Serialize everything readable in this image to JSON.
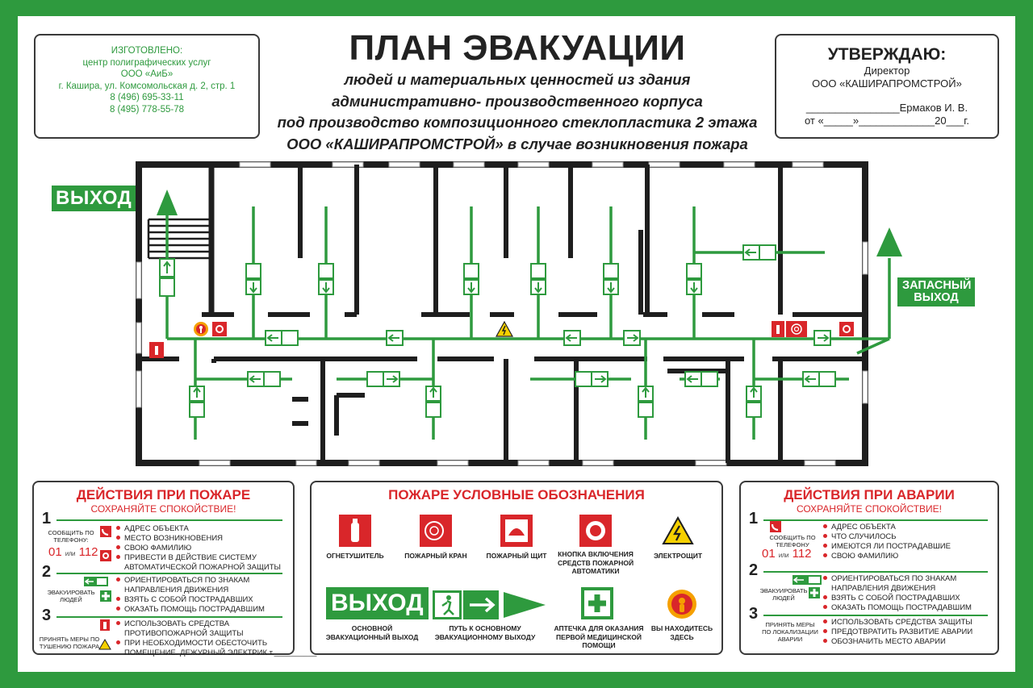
{
  "maker": {
    "lines": [
      "ИЗГОТОВЛЕНО:",
      "центр полиграфических услуг",
      "ООО «АиБ»",
      "г. Кашира, ул. Комсомольская  д. 2, стр. 1",
      "8 (496) 695-33-11",
      "8 (495) 778-55-78"
    ]
  },
  "title": {
    "main": "ПЛАН ЭВАКУАЦИИ",
    "sub": [
      "людей и материальных ценностей из здания",
      "административно- производственного корпуса",
      "под производство композиционного стеклопластика 2 этажа",
      "ООО «КАШИРАПРОМСТРОЙ» в случае возникновения пожара"
    ]
  },
  "approve": {
    "heading": "УТВЕРЖДАЮ:",
    "role": "Директор",
    "org": "ООО «КАШИРАПРОМСТРОЙ»",
    "sign": "________________Ермаков И. В.",
    "date": "от «_____»_____________20___г."
  },
  "plan": {
    "exit_main": "ВЫХОД",
    "exit_spare_1": "ЗАПАСНЫЙ",
    "exit_spare_2": "ВЫХОД"
  },
  "fire": {
    "heading": "ДЕЙСТВИЯ ПРИ ПОЖАРЕ",
    "calm": "СОХРАНЯЙТЕ СПОКОЙСТВИЕ!",
    "n1": "1",
    "n2": "2",
    "n3": "3",
    "report_by_phone": "СООБЩИТЬ ПО ТЕЛЕФОНУ:",
    "phone": "01 или 112",
    "phone_a": "01",
    "phone_b": "112",
    "step1": [
      "АДРЕС ОБЪЕКТА",
      "МЕСТО ВОЗНИКНОВЕНИЯ",
      "СВОЮ ФАМИЛИЮ",
      "ПРИВЕСТИ В ДЕЙСТВИЕ СИСТЕМУ",
      "АВТОМАТИЧЕСКОЙ ПОЖАРНОЙ ЗАЩИТЫ"
    ],
    "evacuate": "ЭВАКУИРОВАТЬ ЛЮДЕЙ",
    "step2": [
      "ОРИЕНТИРОВАТЬСЯ ПО ЗНАКАМ",
      "НАПРАВЛЕНИЯ ДВИЖЕНИЯ",
      "ВЗЯТЬ С СОБОЙ ПОСТРАДАВШИХ",
      "ОКАЗАТЬ ПОМОЩЬ ПОСТРАДАВШИМ"
    ],
    "extinguish": "ПРИНЯТЬ МЕРЫ ПО ТУШЕНИЮ ПОЖАРА",
    "step3": [
      "ИСПОЛЬЗОВАТЬ СРЕДСТВА",
      "ПРОТИВОПОЖАРНОЙ ЗАЩИТЫ",
      "ПРИ НЕОБХОДИМОСТИ ОБЕСТОЧИТЬ",
      "ПОМЕЩЕНИЕ. ДЕЖУРНЫЙ ЭЛЕКТРИК т.__________"
    ]
  },
  "legend": {
    "heading": "ПОЖАРЕ УСЛОВНЫЕ ОБОЗНАЧЕНИЯ",
    "extinguisher": "ОГНЕТУШИТЕЛЬ",
    "hydrant": "ПОЖАРНЫЙ КРАН",
    "shield": "ПОЖАРНЫЙ ЩИТ",
    "button": "КНОПКА ВКЛЮЧЕНИЯ СРЕДСТВ ПОЖАРНОЙ АВТОМАТИКИ",
    "electric": "ЭЛЕКТРОЩИТ",
    "exit_sign": "ВЫХОД",
    "exit_label": "ОСНОВНОЙ ЭВАКУАЦИОННЫЙ ВЫХОД",
    "path_label": "ПУТЬ К ОСНОВНОМУ ЭВАКУАЦИОННОМУ ВЫХОДУ",
    "firstaid": "АПТЕЧКА ДЛЯ ОКАЗАНИЯ ПЕРВОЙ МЕДИЦИНСКОЙ ПОМОЩИ",
    "here": "ВЫ НАХОДИТЕСЬ ЗДЕСЬ"
  },
  "accident": {
    "heading": "ДЕЙСТВИЯ ПРИ АВАРИИ",
    "calm": "СОХРАНЯЙТЕ СПОКОЙСТВИЕ!",
    "n1": "1",
    "n2": "2",
    "n3": "3",
    "report_by_phone": "СООБЩИТЬ ПО ТЕЛЕФОНУ",
    "phone": "01 или 112",
    "phone_a": "01",
    "phone_b": "112",
    "step1": [
      "АДРЕС ОБЪЕКТА",
      "ЧТО СЛУЧИЛОСЬ",
      "ИМЕЮТСЯ ЛИ ПОСТРАДАВШИЕ",
      "СВОЮ ФАМИЛИЮ"
    ],
    "evacuate": "ЭВАКУИРОВАТЬ ЛЮДЕЙ",
    "step2": [
      "ОРИЕНТИРОВАТЬСЯ ПО ЗНАКАМ",
      "НАПРАВЛЕНИЯ ДВИЖЕНИЯ",
      "ВЗЯТЬ С СОБОЙ ПОСТРАДАВШИХ",
      "ОКАЗАТЬ ПОМОЩЬ ПОСТРАДАВШИМ"
    ],
    "localize": "ПРИНЯТЬ МЕРЫ ПО ЛОКАЛИЗАЦИИ АВАРИИ",
    "step3": [
      "ИСПОЛЬЗОВАТЬ СРЕДСТВА ЗАЩИТЫ",
      "ПРЕДОТВРАТИТЬ РАЗВИТИЕ АВАРИИ",
      "ОБОЗНАЧИТЬ МЕСТО АВАРИИ"
    ]
  },
  "colors": {
    "green": "#2e9a3e",
    "red": "#d9262a",
    "wall": "#1e1e1e",
    "yellow": "#f5d000"
  }
}
